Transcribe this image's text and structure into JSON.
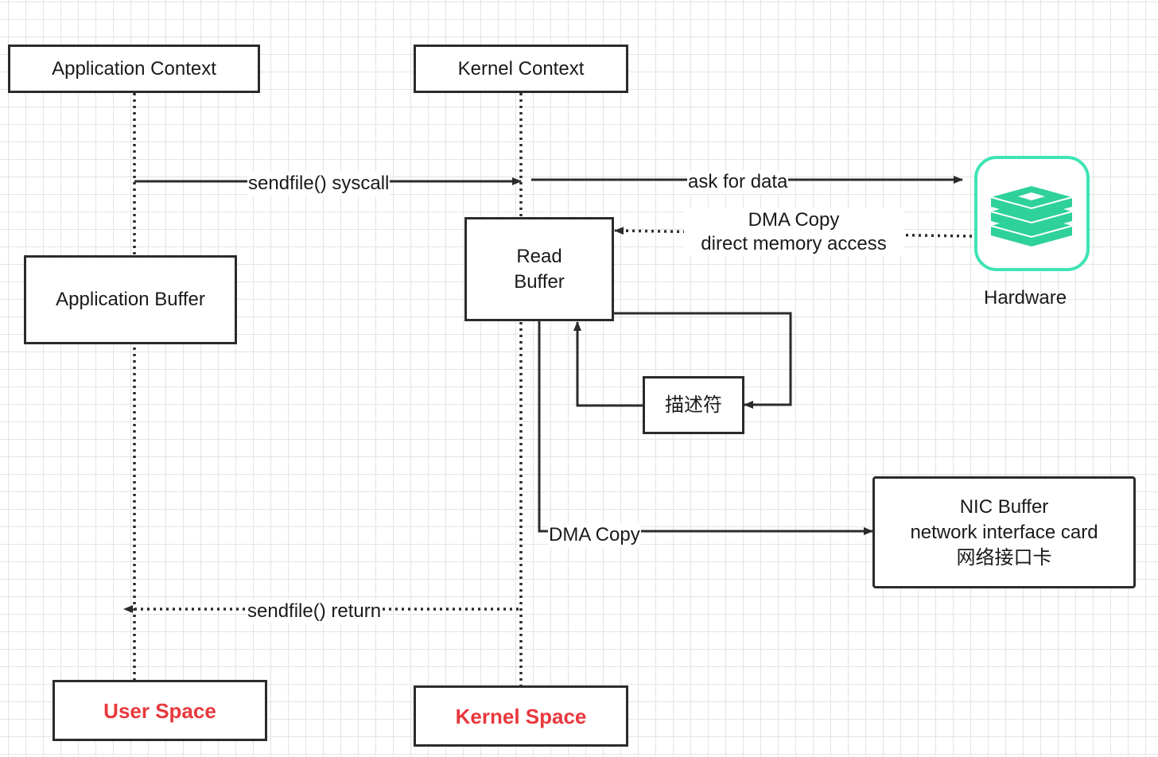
{
  "lifelines": {
    "app_context": "Application Context",
    "kernel_context": "Kernel Context"
  },
  "boxes": {
    "app_buffer": "Application Buffer",
    "read_buffer_line1": "Read",
    "read_buffer_line2": "Buffer",
    "descriptor": "描述符",
    "nic_line1": "NIC Buffer",
    "nic_line2": "network interface card",
    "nic_line3": "网络接口卡",
    "user_space": "User Space",
    "kernel_space": "Kernel Space"
  },
  "messages": {
    "sendfile_syscall": "sendfile() syscall",
    "ask_for_data": "ask for data",
    "dma_copy_in_line1": "DMA Copy",
    "dma_copy_in_line2": "direct memory access",
    "dma_copy_out": "DMA Copy",
    "sendfile_return": "sendfile() return"
  },
  "hardware": {
    "label": "Hardware",
    "icon": "redis-stack-icon",
    "accent_color": "#3ee4b4",
    "icon_color": "#2fd19b"
  },
  "colors": {
    "space_label": "#e8383d",
    "line": "#2b2b2b"
  }
}
